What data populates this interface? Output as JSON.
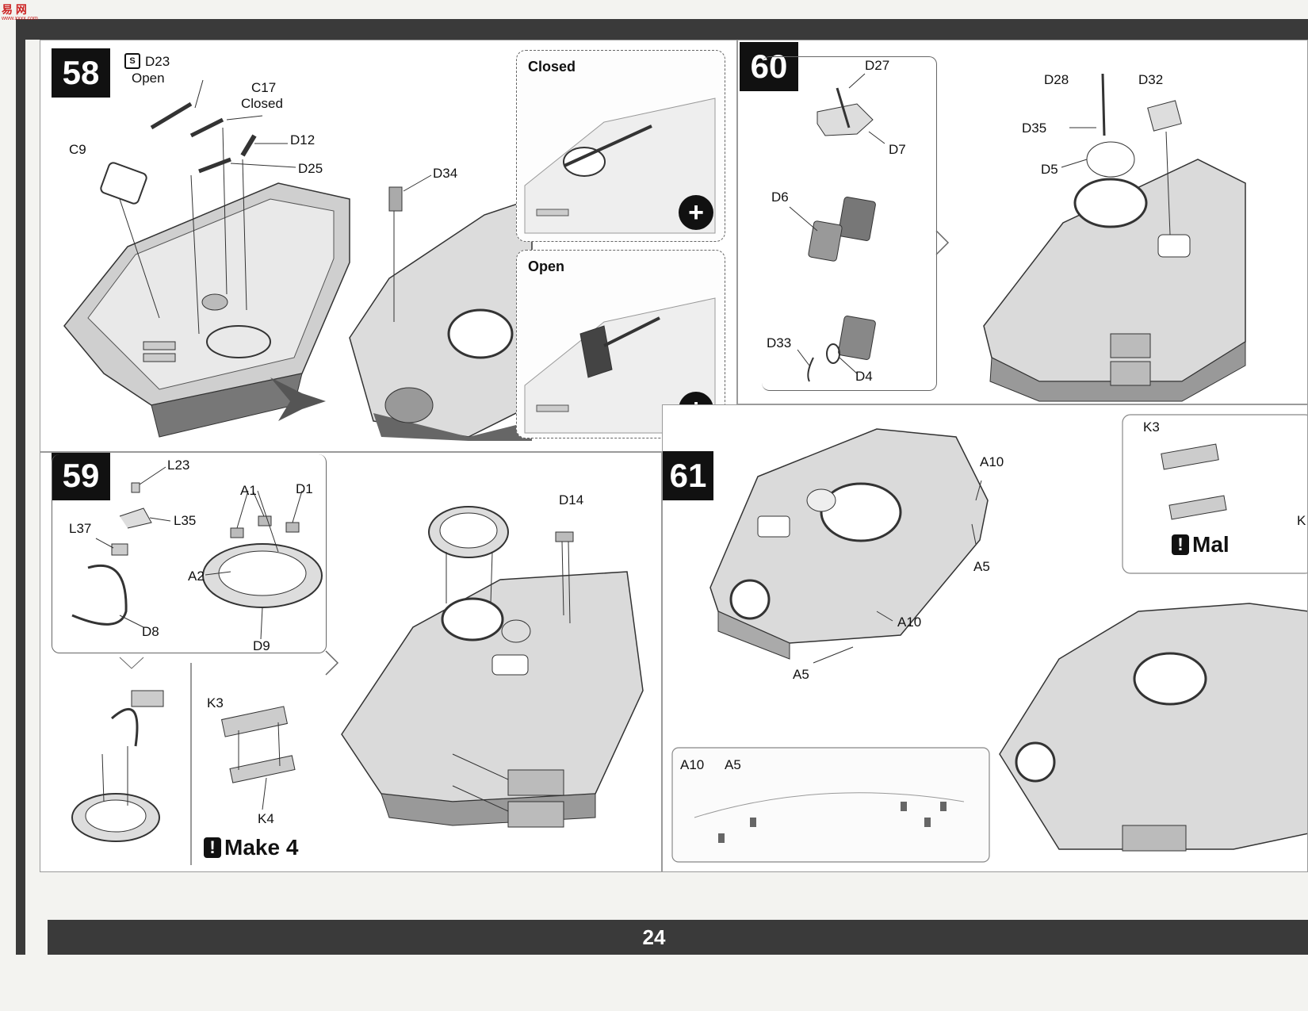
{
  "header": {
    "site_logo": "易 网",
    "site_url": "www.xxxx.com"
  },
  "page_number": "24",
  "steps": {
    "s58": {
      "number": "58",
      "labels": {
        "d23": "D23",
        "d23_state": "Open",
        "c17": "C17",
        "c17_state": "Closed",
        "d12": "D12",
        "d25": "D25",
        "c9": "C9",
        "d34": "D34"
      },
      "inset_closed": {
        "title": "Closed"
      },
      "inset_open": {
        "title": "Open"
      }
    },
    "s59": {
      "number": "59",
      "labels": {
        "l23": "L23",
        "l35": "L35",
        "l37": "L37",
        "d8": "D8",
        "a1": "A1",
        "d1": "D1",
        "a2": "A2",
        "d9": "D9",
        "k3": "K3",
        "k4": "K4",
        "d14": "D14"
      },
      "make_note": "Make 4"
    },
    "s60": {
      "number": "60",
      "labels": {
        "d27": "D27",
        "d7": "D7",
        "d6": "D6",
        "d33": "D33",
        "d4": "D4",
        "d28": "D28",
        "d32": "D32",
        "d35": "D35",
        "d5": "D5"
      }
    },
    "s61": {
      "number": "61",
      "labels": {
        "a10_top": "A10",
        "a5_right": "A5",
        "a10_mid": "A10",
        "a5_bottom": "A5"
      },
      "inset_labels": {
        "a10": "A10",
        "a5": "A5"
      },
      "side_note": {
        "k3": "K3",
        "k_cut": "K",
        "make_cut": "Mal"
      }
    }
  }
}
